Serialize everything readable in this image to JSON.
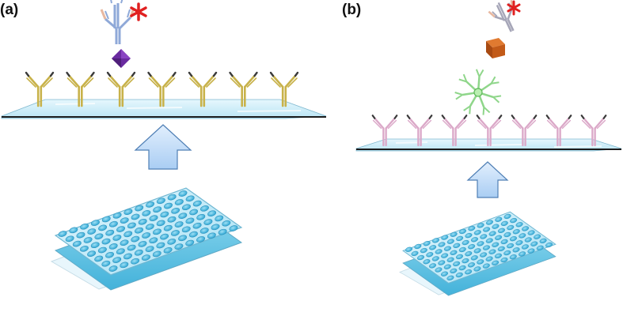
{
  "panels": [
    {
      "label": "(a)",
      "capture_antibody_count": 7,
      "antigen_shape": "diamond",
      "detection_marker": "asterisk",
      "has_dendrimer": false,
      "well_rows": 8,
      "well_cols": 12
    },
    {
      "label": "(b)",
      "capture_antibody_count": 7,
      "antigen_shape": "cube",
      "detection_marker": "asterisk",
      "has_dendrimer": true,
      "well_rows": 8,
      "well_cols": 12
    }
  ],
  "colors": {
    "capture_antibody_a": "#c8b24a",
    "capture_antibody_b": "#dba8c8",
    "slide_fill": "#cfeef8",
    "slide_edge": "#1c1c1c",
    "arrow_fill": "#bcd8f7",
    "arrow_stroke": "#4f7fb5",
    "antigen_a": "#6a2ba0",
    "antigen_b": "#c25a18",
    "detection_antibody": "#8fb0e0",
    "dendrimer": "#8fd68a",
    "asterisk": "#e02020",
    "plate_top": "#c2ecfa",
    "plate_well": "#3fb4dc",
    "plate_side": "#62c6e6"
  },
  "icons": [
    "antibody-icon",
    "antigen-diamond-icon",
    "antigen-cube-icon",
    "asterisk-icon",
    "dendrimer-icon",
    "up-arrow-icon",
    "microplate-icon"
  ]
}
